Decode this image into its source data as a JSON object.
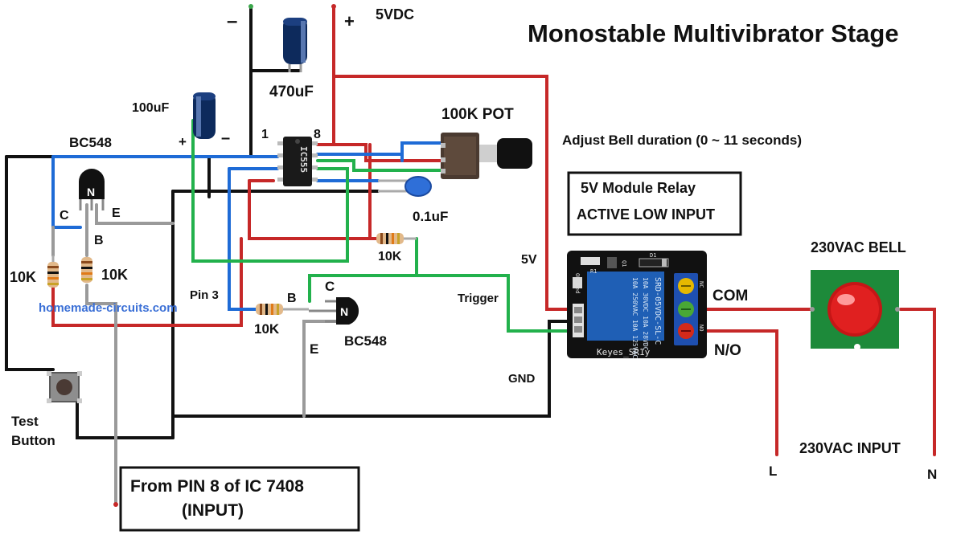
{
  "title": "Monostable Multivibrator Stage",
  "supply": {
    "minus": "–",
    "plus": "+",
    "label": "5VDC"
  },
  "components": {
    "cap_470": "470uF",
    "cap_100": "100uF",
    "cap_01": "0.1uF",
    "pot": "100K POT",
    "adjust_note": "Adjust Bell duration (0 ~ 11 seconds)",
    "ic_label": "IC555",
    "ic_pin1": "1",
    "ic_pin8": "8",
    "cap100_plus": "+",
    "cap100_minus": "–",
    "q1": "BC548",
    "q1_c": "C",
    "q1_b": "B",
    "q1_e": "E",
    "q1_n": "N",
    "r_left1": "10K",
    "r_left2": "10K",
    "r_mid": "10K",
    "r_pin3": "10K",
    "pin3": "Pin 3",
    "q2": "BC548",
    "q2_c": "C",
    "q2_b": "B",
    "q2_e": "E",
    "q2_n": "N",
    "trigger": "Trigger",
    "v5": "5V",
    "gnd": "GND",
    "test_button": [
      "Test",
      "Button"
    ],
    "website": "homemade-circuits.com"
  },
  "relay_box": {
    "line1": "5V Module Relay",
    "line2": "ACTIVE LOW INPUT"
  },
  "relay": {
    "brand": "Keyes_SR1y",
    "model": "SRD-05VDC-SL-C",
    "rating1": "10A 250VAC 10A 125VAC",
    "rating2": "10A 30VDC 10A 28VDC",
    "d1": "D1",
    "r1": "R1",
    "q1": "Q1",
    "led": "ON_Led",
    "nc": "NC",
    "no": "NO",
    "com": "COM",
    "no_label": "N/O"
  },
  "bell": {
    "label": "230VAC BELL"
  },
  "mains": {
    "input": "230VAC INPUT",
    "l": "L",
    "n": "N"
  },
  "input_box": {
    "line1": "From PIN 8 of IC 7408",
    "line2": "(INPUT)"
  }
}
